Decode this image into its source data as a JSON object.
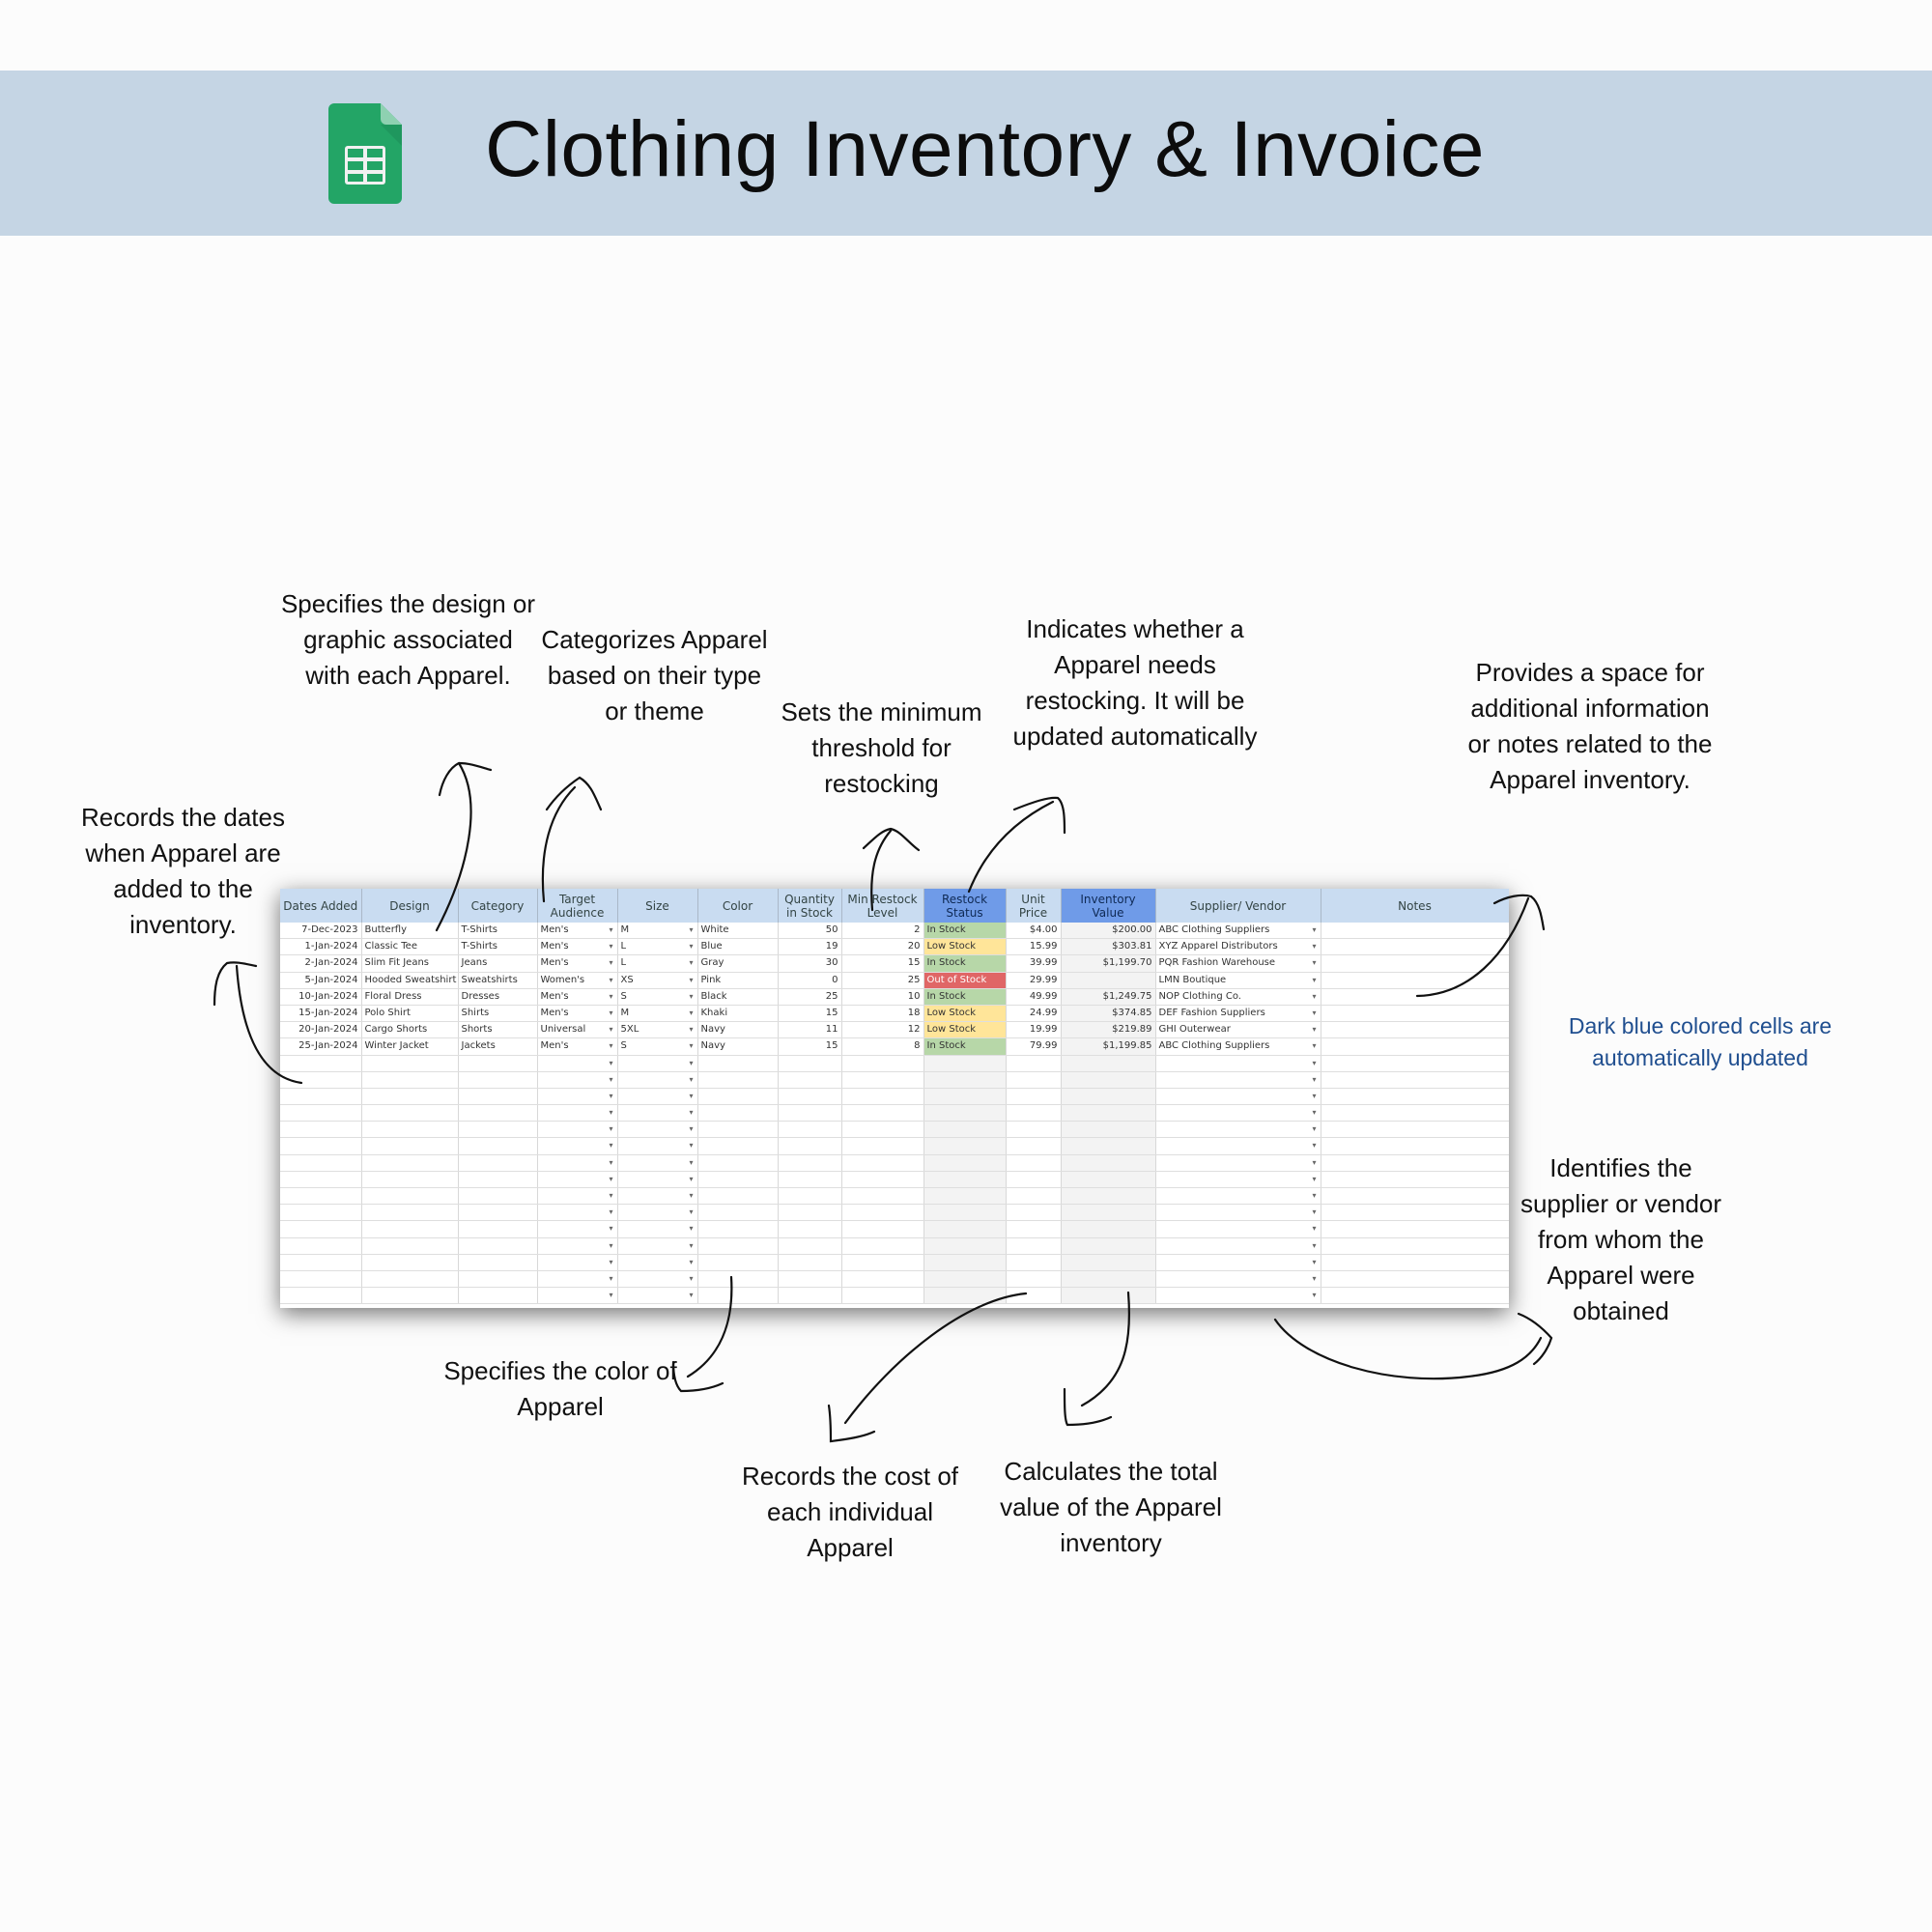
{
  "header": {
    "title": "Clothing Inventory & Invoice",
    "logo_icon": "google-sheets-icon"
  },
  "annotations": {
    "dates": "Records the dates when Apparel are added to the inventory.",
    "design": "Specifies the design or graphic associated with each Apparel.",
    "category": "Categorizes Apparel based on their type or theme",
    "min_restock": "Sets the minimum threshold for restocking",
    "restock_status": "Indicates whether a Apparel needs restocking. It will be updated automatically",
    "notes": "Provides a space for additional information or notes related to the Apparel inventory.",
    "dark_blue": "Dark blue colored cells are automatically updated",
    "supplier": "Identifies the supplier or vendor from whom the Apparel were obtained",
    "color": "Specifies the color of Apparel",
    "unit_price": "Records the cost of each individual Apparel",
    "inventory_value": "Calculates the total value of the Apparel inventory"
  },
  "table": {
    "columns": [
      {
        "label": "Dates Added",
        "dark": false
      },
      {
        "label": "Design",
        "dark": false
      },
      {
        "label": "Category",
        "dark": false
      },
      {
        "label": "Target Audience",
        "dark": false
      },
      {
        "label": "Size",
        "dark": false
      },
      {
        "label": "Color",
        "dark": false
      },
      {
        "label": "Quantity in Stock",
        "dark": false
      },
      {
        "label": "Min Restock Level",
        "dark": false
      },
      {
        "label": "Restock Status",
        "dark": true
      },
      {
        "label": "Unit Price",
        "dark": false
      },
      {
        "label": "Inventory Value",
        "dark": true
      },
      {
        "label": "Supplier/ Vendor",
        "dark": false
      },
      {
        "label": "Notes",
        "dark": false
      }
    ],
    "rows": [
      [
        "7-Dec-2023",
        "Butterfly",
        "T-Shirts",
        "Men's",
        "M",
        "White",
        "50",
        "2",
        "In Stock",
        "$4.00",
        "$200.00",
        "ABC Clothing Suppliers",
        ""
      ],
      [
        "1-Jan-2024",
        "Classic Tee",
        "T-Shirts",
        "Men's",
        "L",
        "Blue",
        "19",
        "20",
        "Low Stock",
        "15.99",
        "$303.81",
        "XYZ Apparel Distributors",
        ""
      ],
      [
        "2-Jan-2024",
        "Slim Fit Jeans",
        "Jeans",
        "Men's",
        "L",
        "Gray",
        "30",
        "15",
        "In Stock",
        "39.99",
        "$1,199.70",
        "PQR Fashion Warehouse",
        ""
      ],
      [
        "5-Jan-2024",
        "Hooded Sweatshirt",
        "Sweatshirts",
        "Women's",
        "XS",
        "Pink",
        "0",
        "25",
        "Out of Stock",
        "29.99",
        "",
        "LMN Boutique",
        ""
      ],
      [
        "10-Jan-2024",
        "Floral Dress",
        "Dresses",
        "Men's",
        "S",
        "Black",
        "25",
        "10",
        "In Stock",
        "49.99",
        "$1,249.75",
        "NOP Clothing Co.",
        ""
      ],
      [
        "15-Jan-2024",
        "Polo Shirt",
        "Shirts",
        "Men's",
        "M",
        "Khaki",
        "15",
        "18",
        "Low Stock",
        "24.99",
        "$374.85",
        "DEF Fashion Suppliers",
        ""
      ],
      [
        "20-Jan-2024",
        "Cargo Shorts",
        "Shorts",
        "Universal",
        "5XL",
        "Navy",
        "11",
        "12",
        "Low Stock",
        "19.99",
        "$219.89",
        "GHI Outerwear",
        ""
      ],
      [
        "25-Jan-2024",
        "Winter Jacket",
        "Jackets",
        "Men's",
        "S",
        "Navy",
        "15",
        "8",
        "In Stock",
        "79.99",
        "$1,199.85",
        "ABC Clothing Suppliers",
        ""
      ]
    ],
    "empty_rows": 15
  },
  "colors": {
    "banner": "#c5d5e4",
    "header_cell": "#c9dcf1",
    "auto_cell": "#6f9be8",
    "in_stock": "#b7d7a8",
    "low_stock": "#ffe599",
    "out_of_stock": "#e06666",
    "note_blue": "#1f4e8f"
  }
}
